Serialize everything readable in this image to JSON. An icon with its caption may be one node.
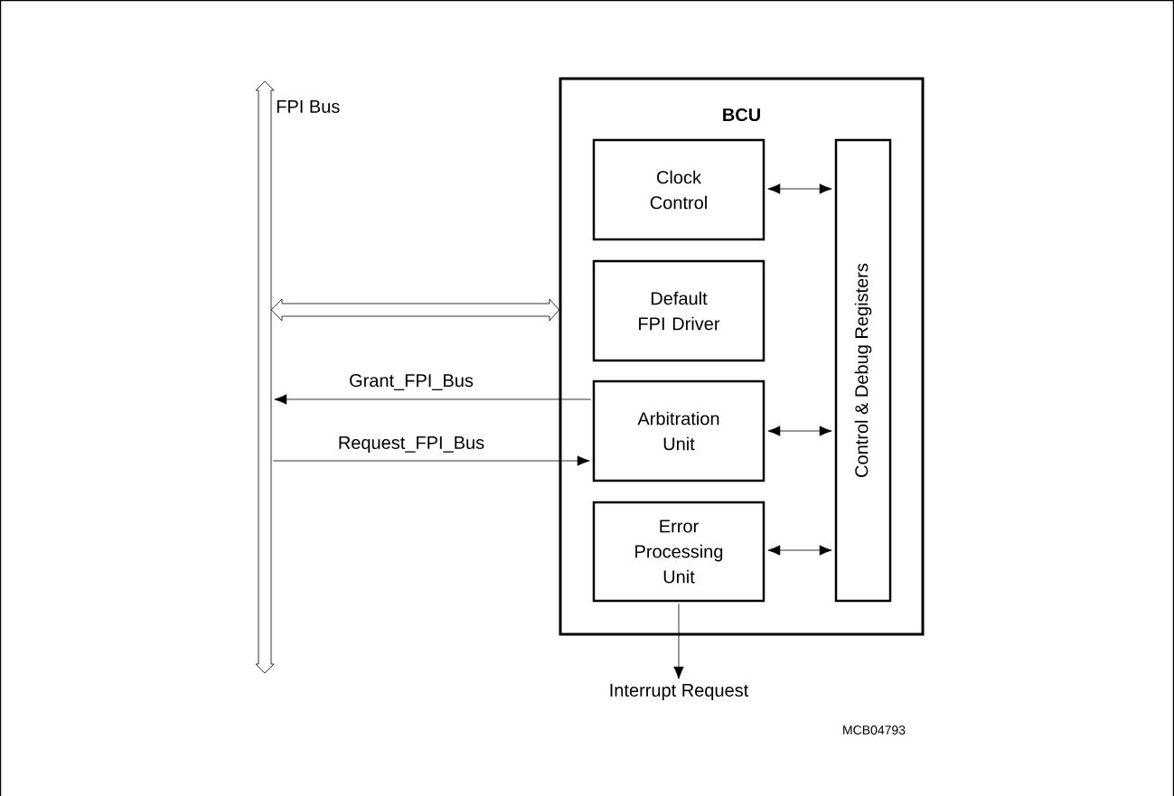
{
  "diagram": {
    "nodes": [
      {
        "text": [
          "FPI Bus"
        ]
      },
      {
        "text": [
          "BCU"
        ]
      },
      {
        "text": [
          "Clock Control"
        ],
        "in": 1
      },
      {
        "text": [
          "Default FPI Driver"
        ],
        "in": 1
      },
      {
        "text": [
          "Arbitration Unit"
        ],
        "in": 1
      },
      {
        "text": [
          "Error Processing Unit"
        ],
        "in": 1
      },
      {
        "text": [
          "Control & Debug Registers"
        ],
        "in": 1
      },
      {
        "text": [
          "Interrupt Request"
        ]
      }
    ],
    "edges": [
      {
        "from": 0,
        "to": 1,
        "arrow": "both",
        "style": "thick"
      },
      {
        "from": 4,
        "to": 0,
        "arrow": "to",
        "label": "Grant_FPI_Bus"
      },
      {
        "from": 0,
        "to": 4,
        "arrow": "to",
        "label": "Request_FPI_Bus"
      },
      {
        "from": 2,
        "to": 6,
        "arrow": "both"
      },
      {
        "from": 4,
        "to": 6,
        "arrow": "both"
      },
      {
        "from": 5,
        "to": 6,
        "arrow": "both"
      },
      {
        "from": 5,
        "to": 7,
        "arrow": "to"
      }
    ],
    "labels": [
      "MCB04793"
    ]
  }
}
